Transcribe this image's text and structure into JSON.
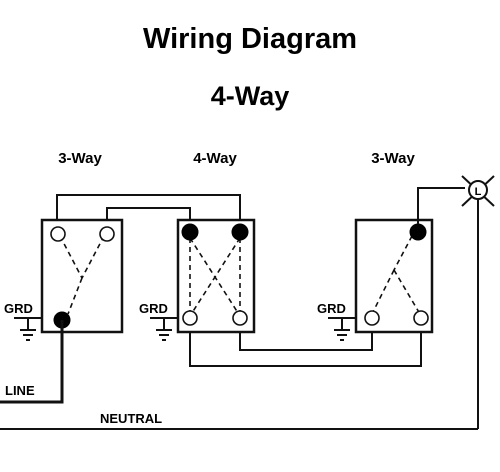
{
  "diagram": {
    "title": "Wiring Diagram",
    "subtitle": "4-Way",
    "switches": {
      "left": {
        "label": "3-Way"
      },
      "middle": {
        "label": "4-Way"
      },
      "right": {
        "label": "3-Way"
      }
    },
    "ground_label": "GRD",
    "line_label": "LINE",
    "neutral_label": "NEUTRAL",
    "lamp_label": "L"
  }
}
